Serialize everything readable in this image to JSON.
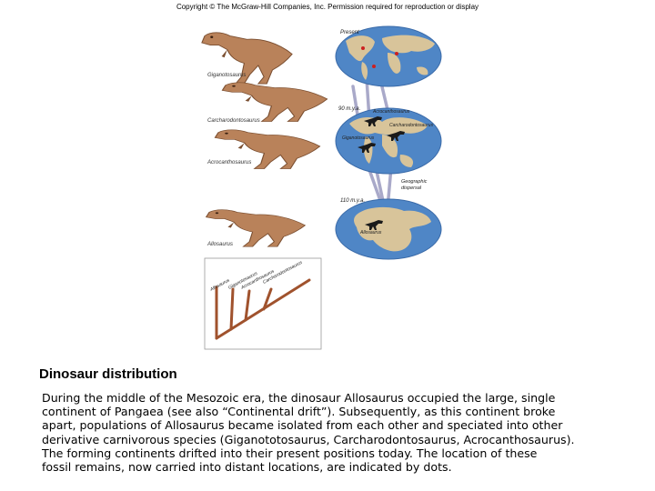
{
  "copyright": "Copyright © The McGraw-Hill Companies, Inc. Permission required for reproduction or display",
  "figure": {
    "dinosaurs": [
      "Giganotosaurus",
      "Carcharodontosaurus",
      "Acrocanthosaurus",
      "Allosaurus"
    ],
    "maps": {
      "present": "Present",
      "mya_90": "90 m.y.a.",
      "mya_110": "110 m.y.a."
    },
    "map_labels": {
      "acrocanthosaurus": "Acrocanthosaurus",
      "carcharodontosaurus": "Carcharodontosaurus",
      "giganotosaurus": "Giganotosaurus",
      "allosaurus": "Allosaurus",
      "dispersal_line1": "Geographic",
      "dispersal_line2": "dispersal"
    },
    "tree_labels": [
      "Allosaurus",
      "Giganotosaurus",
      "Acrocanthosaurus",
      "Carcharodontosaurus"
    ],
    "colors": {
      "ocean": "#4f86c6",
      "land": "#d8c49a",
      "dinosaur": "#b9825a",
      "tree": "#a0522d",
      "arrow": "#a9a9c9",
      "dot": "#cc2020"
    }
  },
  "heading": "Dinosaur distribution",
  "caption_lines": [
    "During the middle of the Mesozoic era, the dinosaur Allosaurus  occupied the large, single",
    "continent of Pangaea (see also “Continental drift”). Subsequently, as this continent broke",
    "apart, populations of Allosaurus became isolated from each other and speciated into other",
    "derivative carnivorous species (Giganototosaurus, Carcharodontosaurus, Acrocanthosaurus).",
    "The forming continents drifted into their present positions today. The location of these",
    "fossil remains, now carried into distant locations, are indicated by dots."
  ]
}
